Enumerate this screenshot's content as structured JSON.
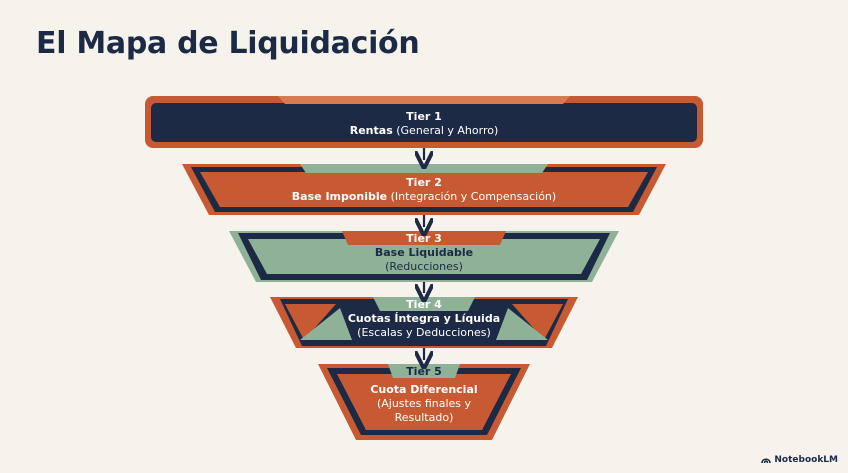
{
  "title": "El Mapa de Liquidación",
  "colors": {
    "navy": "#1c2a45",
    "orange": "#c85a33",
    "sage": "#8fb198",
    "background": "#f6f3ec"
  },
  "tiers": [
    {
      "tier": "Tier 1",
      "name": "Rentas",
      "detail": " (General y Ahorro)"
    },
    {
      "tier": "Tier 2",
      "name": "Base Imponible",
      "detail": " (Integración y Compensación)"
    },
    {
      "tier": "Tier 3",
      "name": "Base Liquidable",
      "detail": "(Reducciones)"
    },
    {
      "tier": "Tier 4",
      "name": "Cuotas Íntegra y Líquida",
      "detail": "(Escalas y Deducciones)"
    },
    {
      "tier": "Tier 5",
      "name": "Cuota Diferencial",
      "detail": "(Ajustes finales y Resultado)"
    }
  ],
  "brand": "NotebookLM"
}
